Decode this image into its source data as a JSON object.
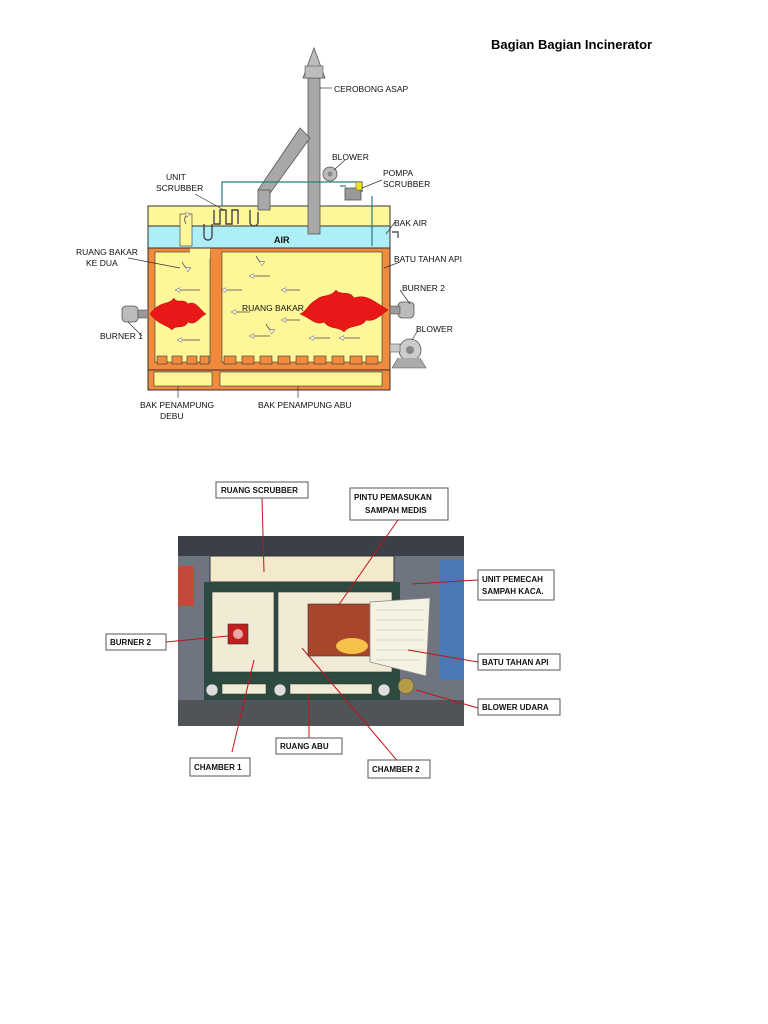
{
  "title": "Bagian Bagian Incinerator",
  "diagram": {
    "labels": {
      "cerobong": "CEROBONG ASAP",
      "blower_top": "BLOWER",
      "unit_scrubber_1": "UNIT",
      "unit_scrubber_2": "SCRUBBER",
      "pompa_1": "POMPA",
      "pompa_2": "SCRUBBER",
      "bak_air": "BAK AIR",
      "air": "AIR",
      "ruang_bakar_kedua_1": "RUANG BAKAR",
      "ruang_bakar_kedua_2": "KE DUA",
      "batu_tahan_api": "BATU TAHAN API",
      "burner_2": "BURNER 2",
      "ruang_bakar": "RUANG BAKAR",
      "burner_1": "BURNER 1",
      "blower_bottom": "BLOWER",
      "bak_debu_1": "BAK PENAMPUNG",
      "bak_debu_2": "DEBU",
      "bak_abu": "BAK PENAMPUNG ABU"
    },
    "colors": {
      "furnace_fill": "#fdf79a",
      "brick": "#f08a3c",
      "water": "#aeeef7",
      "flame": "#e81818",
      "pipe": "#a8a8a8"
    }
  },
  "photo": {
    "labels": {
      "ruang_scrubber": "RUANG SCRUBBER",
      "pintu_1": "PINTU PEMASUKAN",
      "pintu_2": "SAMPAH MEDIS",
      "unit_pemecah_1": "UNIT PEMECAH",
      "unit_pemecah_2": "SAMPAH KACA.",
      "burner_2": "BURNER  2",
      "batu_tahan_api": "BATU TAHAN API",
      "blower_udara": "BLOWER UDARA",
      "ruang_abu": "RUANG ABU",
      "chamber_1": "CHAMBER 1",
      "chamber_2": "CHAMBER 2"
    }
  }
}
